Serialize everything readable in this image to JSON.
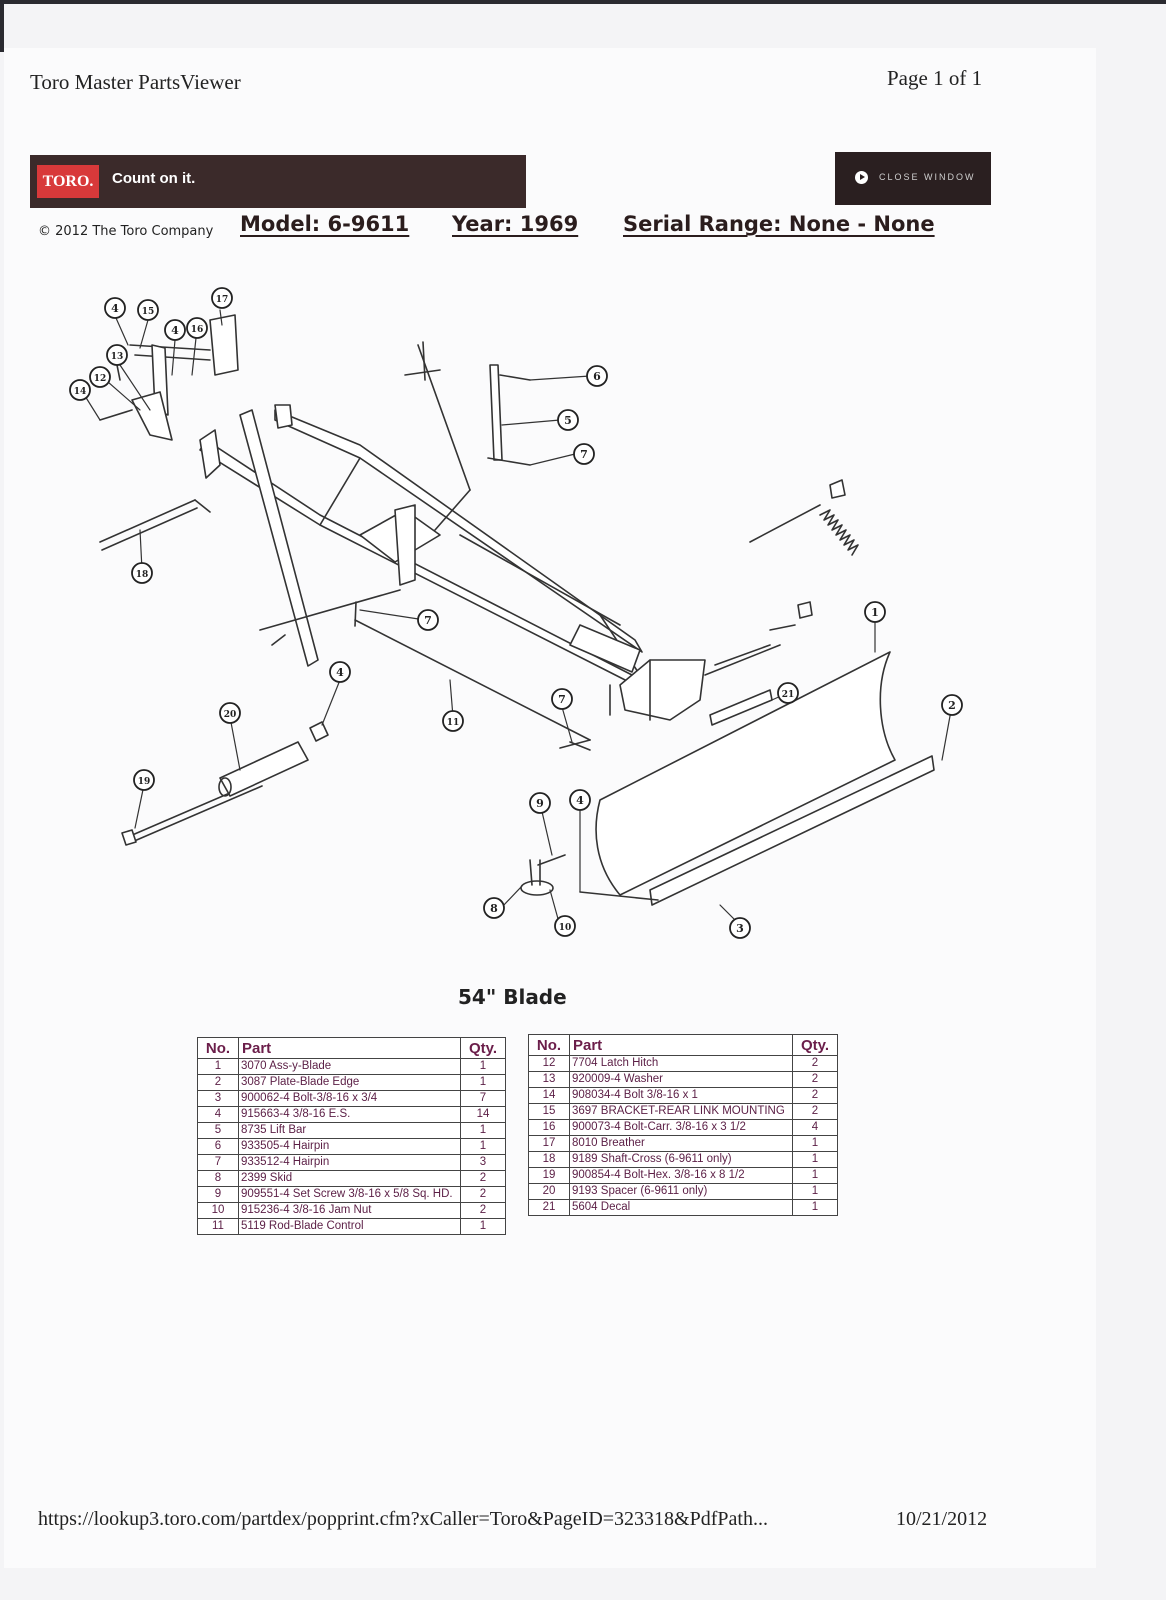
{
  "header": {
    "title": "Toro Master PartsViewer",
    "page": "Page 1 of 1"
  },
  "banner": {
    "logo": "TORO.",
    "tagline": "Count on it.",
    "close_label": "CLOSE WINDOW"
  },
  "info": {
    "copyright": "© 2012 The Toro Company",
    "model": "Model:  6-9611",
    "year": "Year:  1969",
    "serial": "Serial Range:  None - None"
  },
  "diagram": {
    "callouts": [
      "4",
      "15",
      "17",
      "4",
      "16",
      "13",
      "12",
      "14",
      "6",
      "5",
      "7",
      "18",
      "7",
      "4",
      "11",
      "7",
      "20",
      "19",
      "21",
      "1",
      "2",
      "9",
      "4",
      "8",
      "10",
      "3"
    ]
  },
  "caption": "54\" Blade",
  "table_headers": {
    "no": "No.",
    "part": "Part",
    "qty": "Qty."
  },
  "parts_left": [
    {
      "no": "1",
      "part": "3070 Ass-y-Blade",
      "qty": "1"
    },
    {
      "no": "2",
      "part": "3087 Plate-Blade Edge",
      "qty": "1"
    },
    {
      "no": "3",
      "part": "900062-4 Bolt-3/8-16 x 3/4",
      "qty": "7"
    },
    {
      "no": "4",
      "part": "915663-4 3/8-16 E.S.",
      "qty": "14"
    },
    {
      "no": "5",
      "part": "8735 Lift Bar",
      "qty": "1"
    },
    {
      "no": "6",
      "part": "933505-4 Hairpin",
      "qty": "1"
    },
    {
      "no": "7",
      "part": "933512-4 Hairpin",
      "qty": "3"
    },
    {
      "no": "8",
      "part": "2399 Skid",
      "qty": "2"
    },
    {
      "no": "9",
      "part": "909551-4 Set Screw 3/8-16 x 5/8 Sq. HD.",
      "qty": "2"
    },
    {
      "no": "10",
      "part": "915236-4 3/8-16 Jam Nut",
      "qty": "2"
    },
    {
      "no": "11",
      "part": "5119 Rod-Blade Control",
      "qty": "1"
    }
  ],
  "parts_right": [
    {
      "no": "12",
      "part": "7704 Latch Hitch",
      "qty": "2"
    },
    {
      "no": "13",
      "part": "920009-4 Washer",
      "qty": "2"
    },
    {
      "no": "14",
      "part": "908034-4 Bolt 3/8-16 x 1",
      "qty": "2"
    },
    {
      "no": "15",
      "part": "3697 BRACKET-REAR LINK MOUNTING",
      "qty": "2"
    },
    {
      "no": "16",
      "part": "900073-4 Bolt-Carr. 3/8-16 x 3 1/2",
      "qty": "4"
    },
    {
      "no": "17",
      "part": "8010 Breather",
      "qty": "1"
    },
    {
      "no": "18",
      "part": "9189 Shaft-Cross (6-9611 only)",
      "qty": "1"
    },
    {
      "no": "19",
      "part": "900854-4 Bolt-Hex. 3/8-16 x 8 1/2",
      "qty": "1"
    },
    {
      "no": "20",
      "part": "9193 Spacer (6-9611 only)",
      "qty": "1"
    },
    {
      "no": "21",
      "part": "5604 Decal",
      "qty": "1"
    }
  ],
  "footer": {
    "url": "https://lookup3.toro.com/partdex/popprint.cfm?xCaller=Toro&PageID=323318&PdfPath...",
    "date": "10/21/2012"
  }
}
